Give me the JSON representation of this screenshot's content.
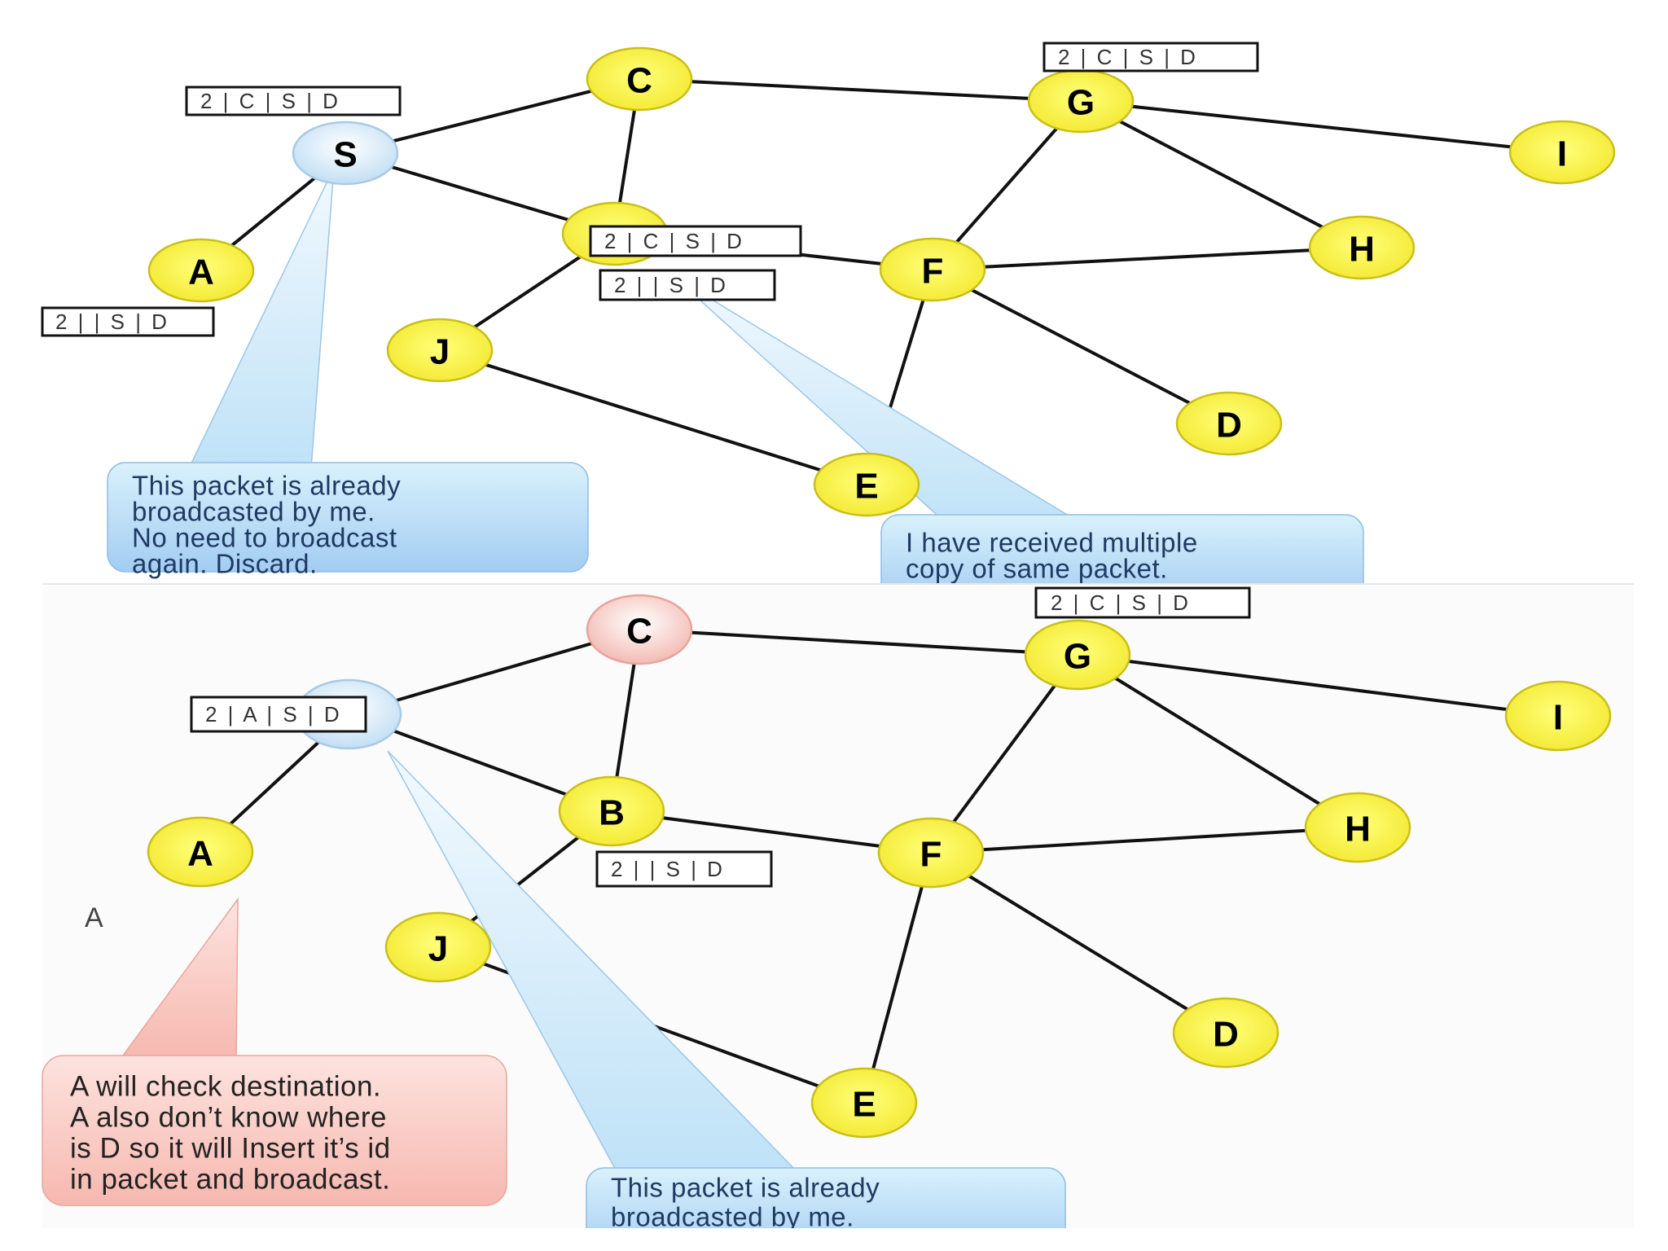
{
  "colors": {
    "node_fill": "#fff44f",
    "node_stroke": "#b8b000",
    "node_fill_light_blue": "#dcebf7",
    "node_fill_light_red": "#f7d3cf",
    "edge": "#111111",
    "callout_blue": "#a9d8f5",
    "callout_red": "#f9c4bd",
    "callout_text_blue": "#1f3a63",
    "callout_text_dark": "#222222",
    "divider": "#e8e8e8"
  },
  "panels": [
    {
      "nodes": [
        {
          "id": "S",
          "label": "S",
          "style": "blue"
        },
        {
          "id": "C",
          "label": "C",
          "style": "yellow"
        },
        {
          "id": "G",
          "label": "G",
          "style": "yellow"
        },
        {
          "id": "I",
          "label": "I",
          "style": "yellow"
        },
        {
          "id": "H",
          "label": "H",
          "style": "yellow"
        },
        {
          "id": "F",
          "label": "F",
          "style": "yellow"
        },
        {
          "id": "B",
          "label": "",
          "style": "yellow"
        },
        {
          "id": "A",
          "label": "A",
          "style": "yellow"
        },
        {
          "id": "J",
          "label": "J",
          "style": "yellow"
        },
        {
          "id": "D",
          "label": "D",
          "style": "yellow"
        },
        {
          "id": "E",
          "label": "E",
          "style": "yellow"
        }
      ],
      "edges": [
        [
          "S",
          "C"
        ],
        [
          "C",
          "G"
        ],
        [
          "G",
          "I"
        ],
        [
          "G",
          "H"
        ],
        [
          "G",
          "F"
        ],
        [
          "F",
          "H"
        ],
        [
          "F",
          "D"
        ],
        [
          "F",
          "E"
        ],
        [
          "S",
          "B"
        ],
        [
          "B",
          "F"
        ],
        [
          "C",
          "B"
        ],
        [
          "S",
          "A"
        ],
        [
          "B",
          "J"
        ],
        [
          "J",
          "E"
        ]
      ],
      "tags": [
        "2 |  C | S | D",
        "2 |  C | S | D",
        "2 |  C | S | D",
        "2 |   | S | D",
        "2 |   | S | D"
      ],
      "callouts": [
        {
          "lines": [
            "This packet is already",
            "broadcasted by me.",
            "No need to broadcast",
            "again. Discard."
          ],
          "style": "blue"
        },
        {
          "lines": [
            "I have received multiple",
            "copy of same packet."
          ],
          "style": "blue"
        }
      ]
    },
    {
      "nodes": [
        {
          "id": "S",
          "label": "",
          "style": "blue"
        },
        {
          "id": "C",
          "label": "C",
          "style": "red"
        },
        {
          "id": "G",
          "label": "G",
          "style": "yellow"
        },
        {
          "id": "I",
          "label": "I",
          "style": "yellow"
        },
        {
          "id": "H",
          "label": "H",
          "style": "yellow"
        },
        {
          "id": "F",
          "label": "F",
          "style": "yellow"
        },
        {
          "id": "B",
          "label": "B",
          "style": "yellow"
        },
        {
          "id": "A",
          "label": "A",
          "style": "yellow"
        },
        {
          "id": "J",
          "label": "J",
          "style": "yellow"
        },
        {
          "id": "D",
          "label": "D",
          "style": "yellow"
        },
        {
          "id": "E",
          "label": "E",
          "style": "yellow"
        }
      ],
      "edges": [
        [
          "S",
          "C"
        ],
        [
          "C",
          "G"
        ],
        [
          "G",
          "I"
        ],
        [
          "G",
          "H"
        ],
        [
          "G",
          "F"
        ],
        [
          "F",
          "H"
        ],
        [
          "F",
          "D"
        ],
        [
          "F",
          "E"
        ],
        [
          "S",
          "B"
        ],
        [
          "B",
          "F"
        ],
        [
          "C",
          "B"
        ],
        [
          "S",
          "A"
        ],
        [
          "B",
          "J"
        ],
        [
          "J",
          "E"
        ]
      ],
      "tags": [
        "2 |  C | S | D",
        "2 | A | S | D",
        "2 |   | S | D"
      ],
      "stray_mark": "A",
      "callouts": [
        {
          "lines": [
            "A will check destination.",
            "A also don’t know where",
            "is D so it will Insert it’s id",
            "in packet and broadcast."
          ],
          "style": "red"
        },
        {
          "lines": [
            "This packet is already",
            "broadcasted by me."
          ],
          "style": "blue"
        }
      ]
    }
  ]
}
